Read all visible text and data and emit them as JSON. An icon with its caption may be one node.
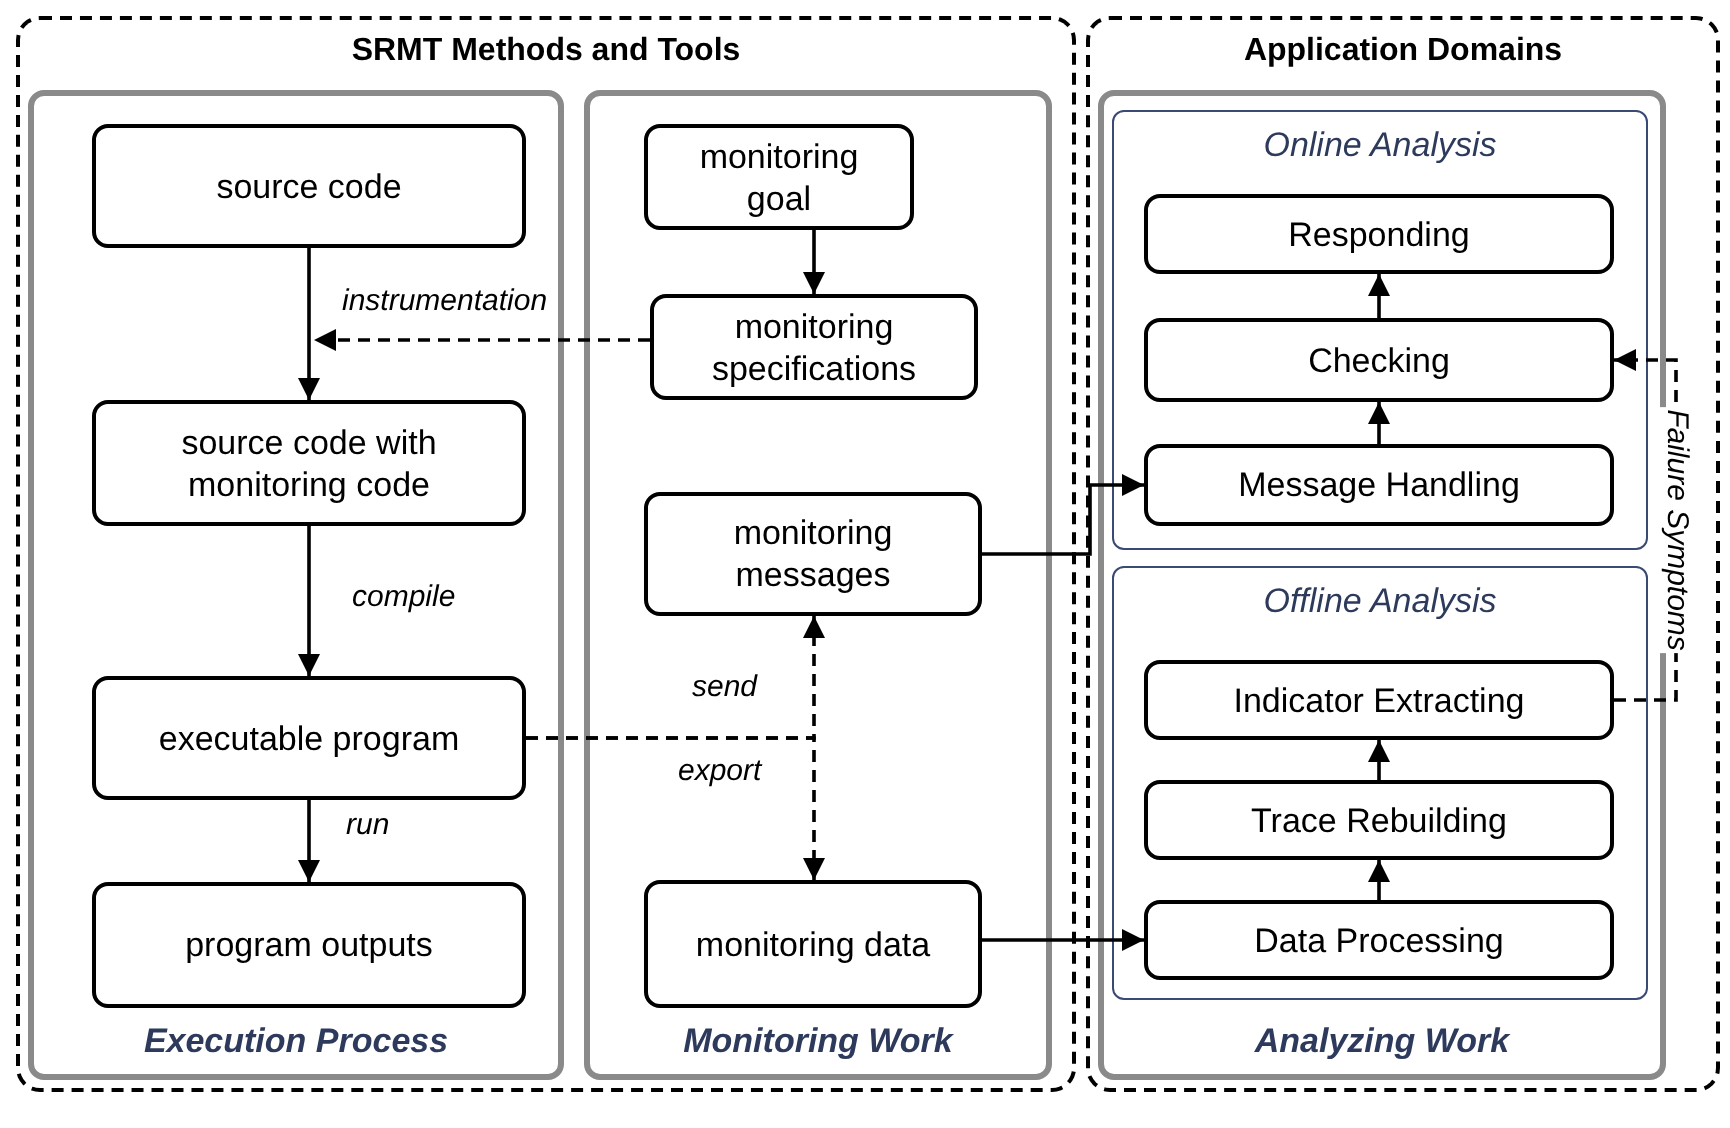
{
  "diagram": {
    "nodes": [
      {
        "text": [
          "SRMT Methods and Tools"
        ]
      },
      {
        "text": [
          "Application Domains"
        ]
      },
      {
        "text": [
          "Execution Process"
        ],
        "in": 0
      },
      {
        "text": [
          "Monitoring Work"
        ],
        "in": 0
      },
      {
        "text": [
          "Analyzing Work"
        ],
        "in": 1
      },
      {
        "text": [
          "Online Analysis"
        ],
        "in": 4
      },
      {
        "text": [
          "Offline Analysis"
        ],
        "in": 4
      },
      {
        "text": [
          "source code"
        ],
        "in": 2
      },
      {
        "text": [
          "source code with monitoring code"
        ],
        "in": 2
      },
      {
        "text": [
          "executable program"
        ],
        "in": 2
      },
      {
        "text": [
          "program outputs"
        ],
        "in": 2
      },
      {
        "text": [
          "monitoring goal"
        ],
        "in": 3
      },
      {
        "text": [
          "monitoring specifications"
        ],
        "in": 3
      },
      {
        "text": [
          "monitoring messages"
        ],
        "in": 3
      },
      {
        "text": [
          "monitoring data"
        ],
        "in": 3
      },
      {
        "text": [
          "Responding"
        ],
        "in": 5
      },
      {
        "text": [
          "Checking"
        ],
        "in": 5
      },
      {
        "text": [
          "Message Handling"
        ],
        "in": 5
      },
      {
        "text": [
          "Indicator Extracting"
        ],
        "in": 6
      },
      {
        "text": [
          "Trace Rebuilding"
        ],
        "in": 6
      },
      {
        "text": [
          "Data Processing"
        ],
        "in": 6
      }
    ],
    "edges": [
      {
        "from": 7,
        "to": 8,
        "arrow": "to",
        "label": "instrumentation"
      },
      {
        "from": 12,
        "to": null,
        "arrow": "to",
        "style": "dashed"
      },
      {
        "from": 8,
        "to": 9,
        "arrow": "to",
        "label": "compile"
      },
      {
        "from": 9,
        "to": 10,
        "arrow": "to",
        "label": "run"
      },
      {
        "from": 11,
        "to": 12,
        "arrow": "to"
      },
      {
        "from": 9,
        "to": 13,
        "arrow": "to",
        "style": "dashed",
        "label": "send"
      },
      {
        "from": 9,
        "to": 14,
        "arrow": "to",
        "style": "dashed",
        "label": "export"
      },
      {
        "from": 13,
        "to": 17,
        "arrow": "to"
      },
      {
        "from": 14,
        "to": 20,
        "arrow": "to"
      },
      {
        "from": 17,
        "to": 16,
        "arrow": "to"
      },
      {
        "from": 16,
        "to": 15,
        "arrow": "to"
      },
      {
        "from": 20,
        "to": 19,
        "arrow": "to"
      },
      {
        "from": 19,
        "to": 18,
        "arrow": "to"
      },
      {
        "from": 18,
        "to": 16,
        "arrow": "to",
        "style": "dashed",
        "label": "Failure Symptoms"
      }
    ]
  }
}
